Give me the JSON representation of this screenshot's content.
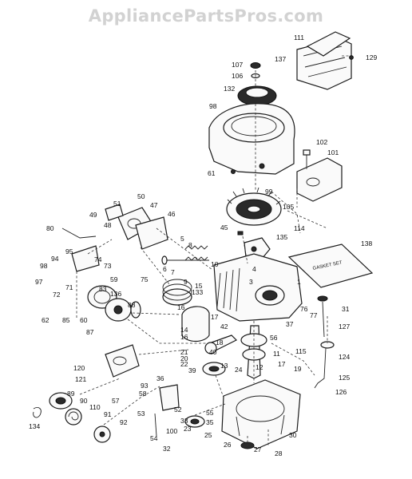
{
  "watermark": "AppliancePartsPros.com",
  "decal_text": "GASKET SET",
  "callouts": [
    {
      "id": "111",
      "label": "111"
    },
    {
      "id": "129",
      "label": "129"
    },
    {
      "id": "137",
      "label": "137"
    },
    {
      "id": "107",
      "label": "107"
    },
    {
      "id": "106",
      "label": "106"
    },
    {
      "id": "132",
      "label": "132"
    },
    {
      "id": "98",
      "label": "98"
    },
    {
      "id": "102",
      "label": "102"
    },
    {
      "id": "101",
      "label": "101"
    },
    {
      "id": "61",
      "label": "61"
    },
    {
      "id": "99",
      "label": "99"
    },
    {
      "id": "50",
      "label": "50"
    },
    {
      "id": "51",
      "label": "51"
    },
    {
      "id": "47",
      "label": "47"
    },
    {
      "id": "49",
      "label": "49"
    },
    {
      "id": "48",
      "label": "48"
    },
    {
      "id": "46",
      "label": "46"
    },
    {
      "id": "105",
      "label": "105"
    },
    {
      "id": "114",
      "label": "114"
    },
    {
      "id": "80",
      "label": "80"
    },
    {
      "id": "45",
      "label": "45"
    },
    {
      "id": "135",
      "label": "135"
    },
    {
      "id": "138",
      "label": "138"
    },
    {
      "id": "95",
      "label": "95"
    },
    {
      "id": "5",
      "label": "5"
    },
    {
      "id": "8",
      "label": "8"
    },
    {
      "id": "94",
      "label": "94"
    },
    {
      "id": "74",
      "label": "74"
    },
    {
      "id": "98b",
      "label": "98"
    },
    {
      "id": "73",
      "label": "73"
    },
    {
      "id": "6",
      "label": "6"
    },
    {
      "id": "7",
      "label": "7"
    },
    {
      "id": "10",
      "label": "10"
    },
    {
      "id": "4",
      "label": "4"
    },
    {
      "id": "59",
      "label": "59"
    },
    {
      "id": "75",
      "label": "75"
    },
    {
      "id": "9",
      "label": "9"
    },
    {
      "id": "3",
      "label": "3"
    },
    {
      "id": "97",
      "label": "97"
    },
    {
      "id": "71",
      "label": "71"
    },
    {
      "id": "83",
      "label": "83"
    },
    {
      "id": "15",
      "label": "15"
    },
    {
      "id": "133",
      "label": "133"
    },
    {
      "id": "1",
      "label": "1"
    },
    {
      "id": "72",
      "label": "72"
    },
    {
      "id": "136",
      "label": "136"
    },
    {
      "id": "88",
      "label": "88"
    },
    {
      "id": "31",
      "label": "31"
    },
    {
      "id": "62",
      "label": "62"
    },
    {
      "id": "85",
      "label": "85"
    },
    {
      "id": "60",
      "label": "60"
    },
    {
      "id": "16",
      "label": "16"
    },
    {
      "id": "76",
      "label": "76"
    },
    {
      "id": "77",
      "label": "77"
    },
    {
      "id": "87",
      "label": "87"
    },
    {
      "id": "14",
      "label": "14"
    },
    {
      "id": "17",
      "label": "17"
    },
    {
      "id": "42",
      "label": "42"
    },
    {
      "id": "37",
      "label": "37"
    },
    {
      "id": "127",
      "label": "127"
    },
    {
      "id": "56",
      "label": "56"
    },
    {
      "id": "16b",
      "label": "16"
    },
    {
      "id": "21",
      "label": "21"
    },
    {
      "id": "18",
      "label": "18"
    },
    {
      "id": "115",
      "label": "115"
    },
    {
      "id": "124",
      "label": "124"
    },
    {
      "id": "11",
      "label": "11"
    },
    {
      "id": "20",
      "label": "20"
    },
    {
      "id": "40",
      "label": "40"
    },
    {
      "id": "12",
      "label": "12"
    },
    {
      "id": "22",
      "label": "22"
    },
    {
      "id": "13",
      "label": "13"
    },
    {
      "id": "120",
      "label": "120"
    },
    {
      "id": "24",
      "label": "24"
    },
    {
      "id": "36",
      "label": "36"
    },
    {
      "id": "39",
      "label": "39"
    },
    {
      "id": "17b",
      "label": "17"
    },
    {
      "id": "19",
      "label": "19"
    },
    {
      "id": "125",
      "label": "125"
    },
    {
      "id": "121",
      "label": "121"
    },
    {
      "id": "93",
      "label": "93"
    },
    {
      "id": "126",
      "label": "126"
    },
    {
      "id": "89",
      "label": "89"
    },
    {
      "id": "58",
      "label": "58"
    },
    {
      "id": "57",
      "label": "57"
    },
    {
      "id": "90",
      "label": "90"
    },
    {
      "id": "110",
      "label": "110"
    },
    {
      "id": "52",
      "label": "52"
    },
    {
      "id": "53",
      "label": "53"
    },
    {
      "id": "55",
      "label": "55"
    },
    {
      "id": "134",
      "label": "134"
    },
    {
      "id": "91",
      "label": "91"
    },
    {
      "id": "92",
      "label": "92"
    },
    {
      "id": "33",
      "label": "33"
    },
    {
      "id": "35",
      "label": "35"
    },
    {
      "id": "100",
      "label": "100"
    },
    {
      "id": "23",
      "label": "23"
    },
    {
      "id": "54",
      "label": "54"
    },
    {
      "id": "30",
      "label": "30"
    },
    {
      "id": "25",
      "label": "25"
    },
    {
      "id": "32",
      "label": "32"
    },
    {
      "id": "26",
      "label": "26"
    },
    {
      "id": "27",
      "label": "27"
    },
    {
      "id": "28",
      "label": "28"
    }
  ]
}
